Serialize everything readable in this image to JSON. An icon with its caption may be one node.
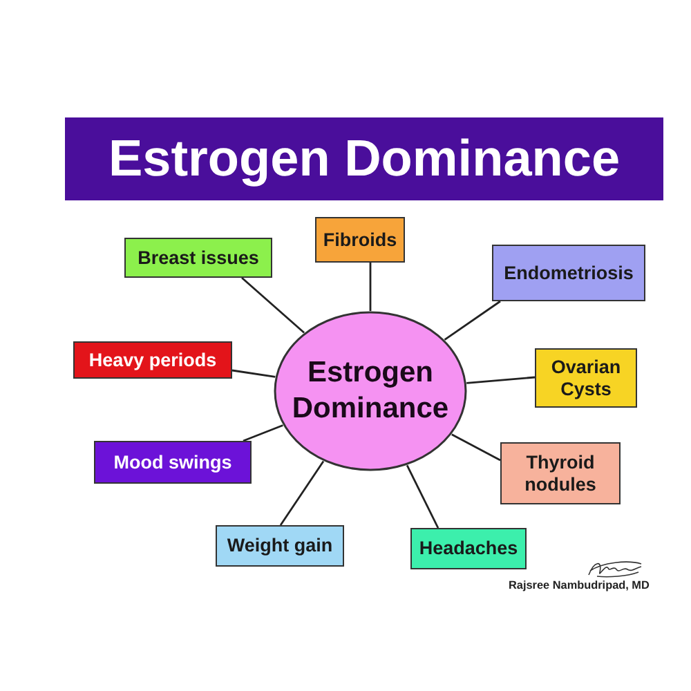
{
  "diagram": {
    "title": "Estrogen Dominance",
    "nodes": [
      {
        "text": [
          "Estrogen Dominance"
        ]
      },
      {
        "text": [
          "Fibroids"
        ]
      },
      {
        "text": [
          "Breast issues"
        ]
      },
      {
        "text": [
          "Endometriosis"
        ]
      },
      {
        "text": [
          "Heavy periods"
        ]
      },
      {
        "text": [
          "Ovarian Cysts"
        ]
      },
      {
        "text": [
          "Mood swings"
        ]
      },
      {
        "text": [
          "Thyroid nodules"
        ]
      },
      {
        "text": [
          "Weight gain"
        ]
      },
      {
        "text": [
          "Headaches"
        ]
      }
    ],
    "edges": [
      {
        "from": 0,
        "to": 1,
        "arrow": "none"
      },
      {
        "from": 0,
        "to": 2,
        "arrow": "none"
      },
      {
        "from": 0,
        "to": 3,
        "arrow": "none"
      },
      {
        "from": 0,
        "to": 4,
        "arrow": "none"
      },
      {
        "from": 0,
        "to": 5,
        "arrow": "none"
      },
      {
        "from": 0,
        "to": 6,
        "arrow": "none"
      },
      {
        "from": 0,
        "to": 7,
        "arrow": "none"
      },
      {
        "from": 0,
        "to": 8,
        "arrow": "none"
      },
      {
        "from": 0,
        "to": 9,
        "arrow": "none"
      }
    ],
    "labels": [
      "Rajsree Nambudripad, MD"
    ]
  }
}
